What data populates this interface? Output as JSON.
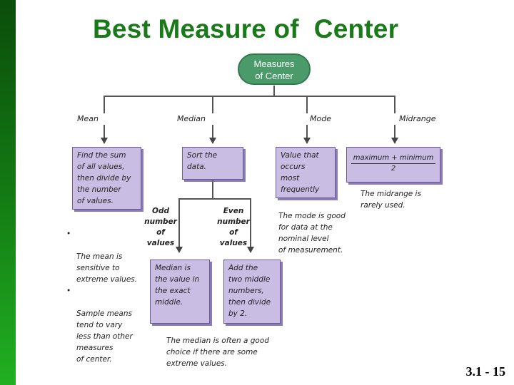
{
  "slide": {
    "title": "Best Measure of  Center",
    "page_number": "3.1 - 15"
  },
  "root": {
    "line1": "Measures",
    "line2": "of Center"
  },
  "branches": {
    "mean": {
      "label": "Mean",
      "box": "Find the sum\nof all values,\nthen divide by\nthe number\nof values."
    },
    "median": {
      "label": "Median",
      "box": "Sort the\ndata.",
      "odd_label": "Odd\nnumber\nof\nvalues",
      "even_label": "Even\nnumber\nof\nvalues",
      "odd_box": "Median is\nthe value in\nthe exact\nmiddle.",
      "even_box": "Add the\ntwo middle\nnumbers,\nthen divide\nby 2.",
      "note": "The median is often a good\nchoice if there are some\nextreme values."
    },
    "mode": {
      "label": "Mode",
      "box": "Value that\noccurs\nmost\nfrequently",
      "note": "The mode is good\nfor data at the\nnominal level\nof measurement."
    },
    "midrange": {
      "label": "Midrange",
      "numerator": "maximum + minimum",
      "denominator": "2",
      "note": "The midrange is\nrarely used."
    }
  },
  "mean_notes": [
    "The mean is\nsensitive to\nextreme values.",
    "Sample means\ntend to vary\nless than other\nmeasures\nof center."
  ],
  "colors": {
    "title": "#1a7a1a",
    "root_fill": "#4a9a6a",
    "box_fill": "#c9bde3",
    "box_border": "#6a5a95",
    "left_bar": "#137a13"
  }
}
